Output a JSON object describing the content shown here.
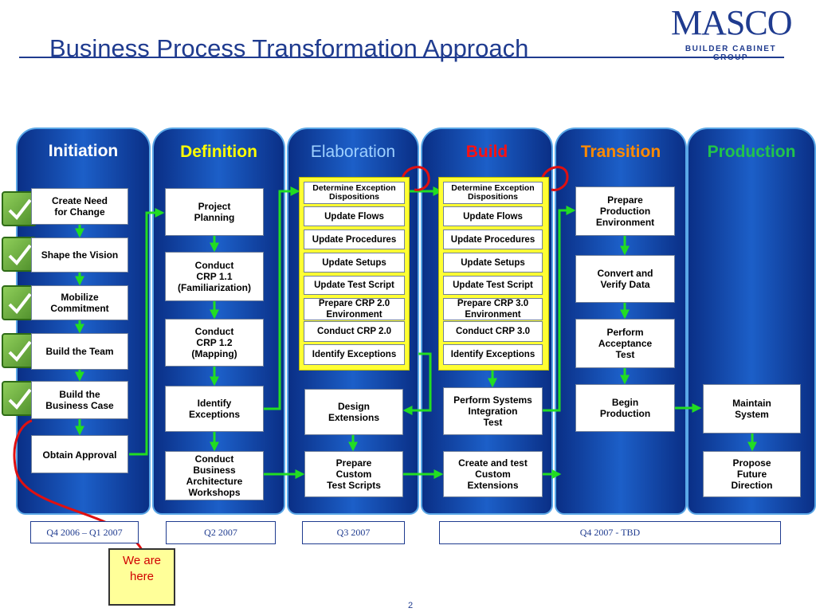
{
  "title": "Business Process Transformation Approach",
  "logo": {
    "main": "MASCO",
    "sub": "BUILDER CABINET GROUP"
  },
  "colors": {
    "navy": "#1f3b8f",
    "arrow": "#22dd22",
    "highlight": "#ffff33"
  },
  "phases": {
    "initiation": "Initiation",
    "definition": "Definition",
    "elaboration": "Elaboration",
    "build": "Build",
    "transition": "Transition",
    "production": "Production"
  },
  "initiation_steps": [
    "Create Need\nfor Change",
    "Shape the Vision",
    "Mobilize\nCommitment",
    "Build the Team",
    "Build the\nBusiness Case",
    "Obtain Approval"
  ],
  "definition_steps": [
    "Project\nPlanning",
    "Conduct\nCRP 1.1\n(Familiarization)",
    "Conduct\nCRP 1.2\n(Mapping)",
    "Identify\nExceptions",
    "Conduct\nBusiness\nArchitecture\nWorkshops"
  ],
  "elaboration_cycle": [
    "Determine Exception\nDispositions",
    "Update Flows",
    "Update Procedures",
    "Update Setups",
    "Update Test Script",
    "Prepare CRP 2.0\nEnvironment",
    "Conduct  CRP 2.0",
    "Identify Exceptions"
  ],
  "elaboration_steps": [
    "Design\nExtensions",
    "Prepare\nCustom\nTest Scripts"
  ],
  "build_cycle": [
    "Determine Exception\nDispositions",
    "Update Flows",
    "Update Procedures",
    "Update Setups",
    "Update Test Script",
    "Prepare CRP 3.0\nEnvironment",
    "Conduct  CRP 3.0",
    "Identify Exceptions"
  ],
  "build_steps": [
    "Perform Systems\nIntegration\nTest",
    "Create and test\nCustom\nExtensions"
  ],
  "transition_steps": [
    "Prepare\nProduction\nEnvironment",
    "Convert and\nVerify Data",
    "Perform\nAcceptance\nTest",
    "Begin\nProduction"
  ],
  "production_steps": [
    "Maintain\nSystem",
    "Propose\nFuture\nDirection"
  ],
  "timeline": [
    "Q4 2006 – Q1  2007",
    "Q2 2007",
    "Q3 2007",
    "Q4 2007 - TBD"
  ],
  "note": "We are\nhere",
  "page_number": "2"
}
